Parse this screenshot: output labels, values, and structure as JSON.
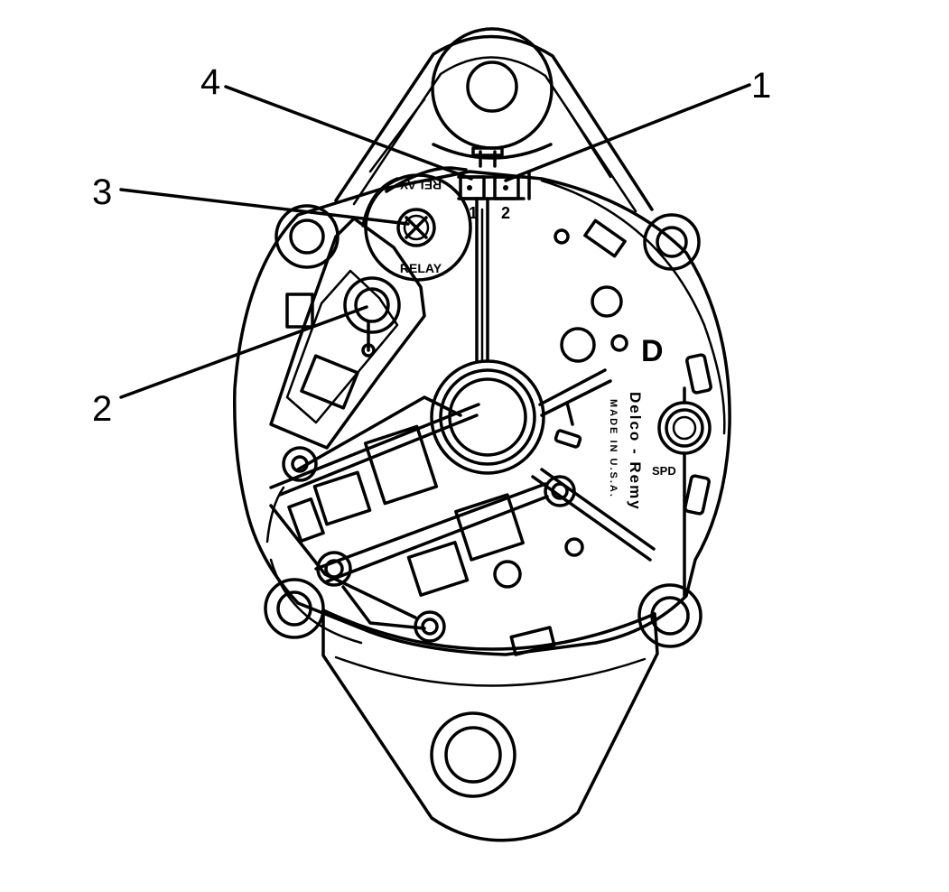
{
  "callouts": [
    {
      "id": "1",
      "label": "1"
    },
    {
      "id": "2",
      "label": "2"
    },
    {
      "id": "3",
      "label": "3"
    },
    {
      "id": "4",
      "label": "4"
    }
  ],
  "terminals": {
    "left": "1",
    "right": "2"
  },
  "relay_text_top": "RELAY",
  "relay_text_bottom": "RELAY",
  "brand": "Delco - Remy",
  "made_in": "MADE IN U.S.A.",
  "mark": "D",
  "spd_label": "SPD"
}
